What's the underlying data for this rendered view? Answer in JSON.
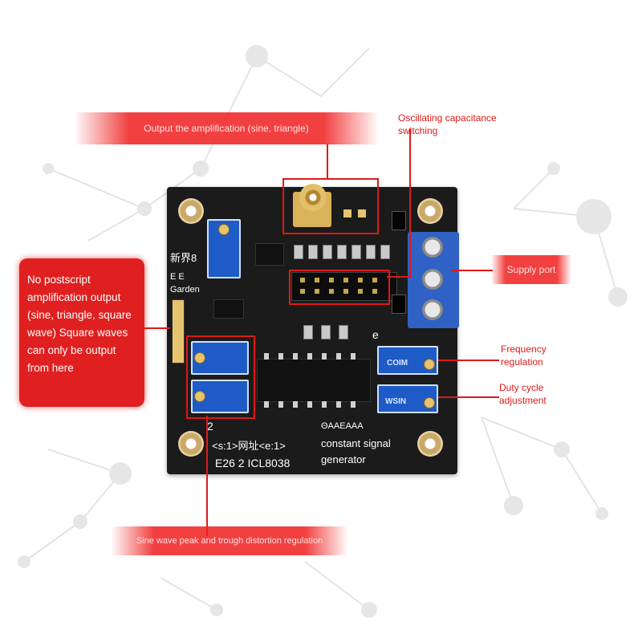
{
  "callouts": {
    "output_amplification": "Output the amplification (sine, triangle)",
    "oscillating_capacitance": "Oscillating capacitance switching",
    "supply_port": "Supply port",
    "frequency_regulation": "Frequency regulation",
    "duty_cycle": "Duty cycle adjustment",
    "distortion": "Sine wave peak and trough distortion regulation",
    "side_note": "No postscript amplification output (sine, triangle, square wave) Square waves can only be output from here"
  },
  "board": {
    "brand_cn": "新界8",
    "brand_line1": "E E",
    "brand_line2": "Garden",
    "url_line": "<s:1>网址<e:1>",
    "model": "E26 2 ICL8038",
    "title_1": "ΘAAEAAA",
    "title_2": "constant signal",
    "title_3": "generator",
    "num_2": "2",
    "num_e": "e",
    "pot_label_1": "COIM",
    "pot_label_2": "WSIN"
  },
  "colors": {
    "accent_red": "#e01818",
    "pcb": "#1b1b1b",
    "pot_blue": "#1e5bc6"
  }
}
